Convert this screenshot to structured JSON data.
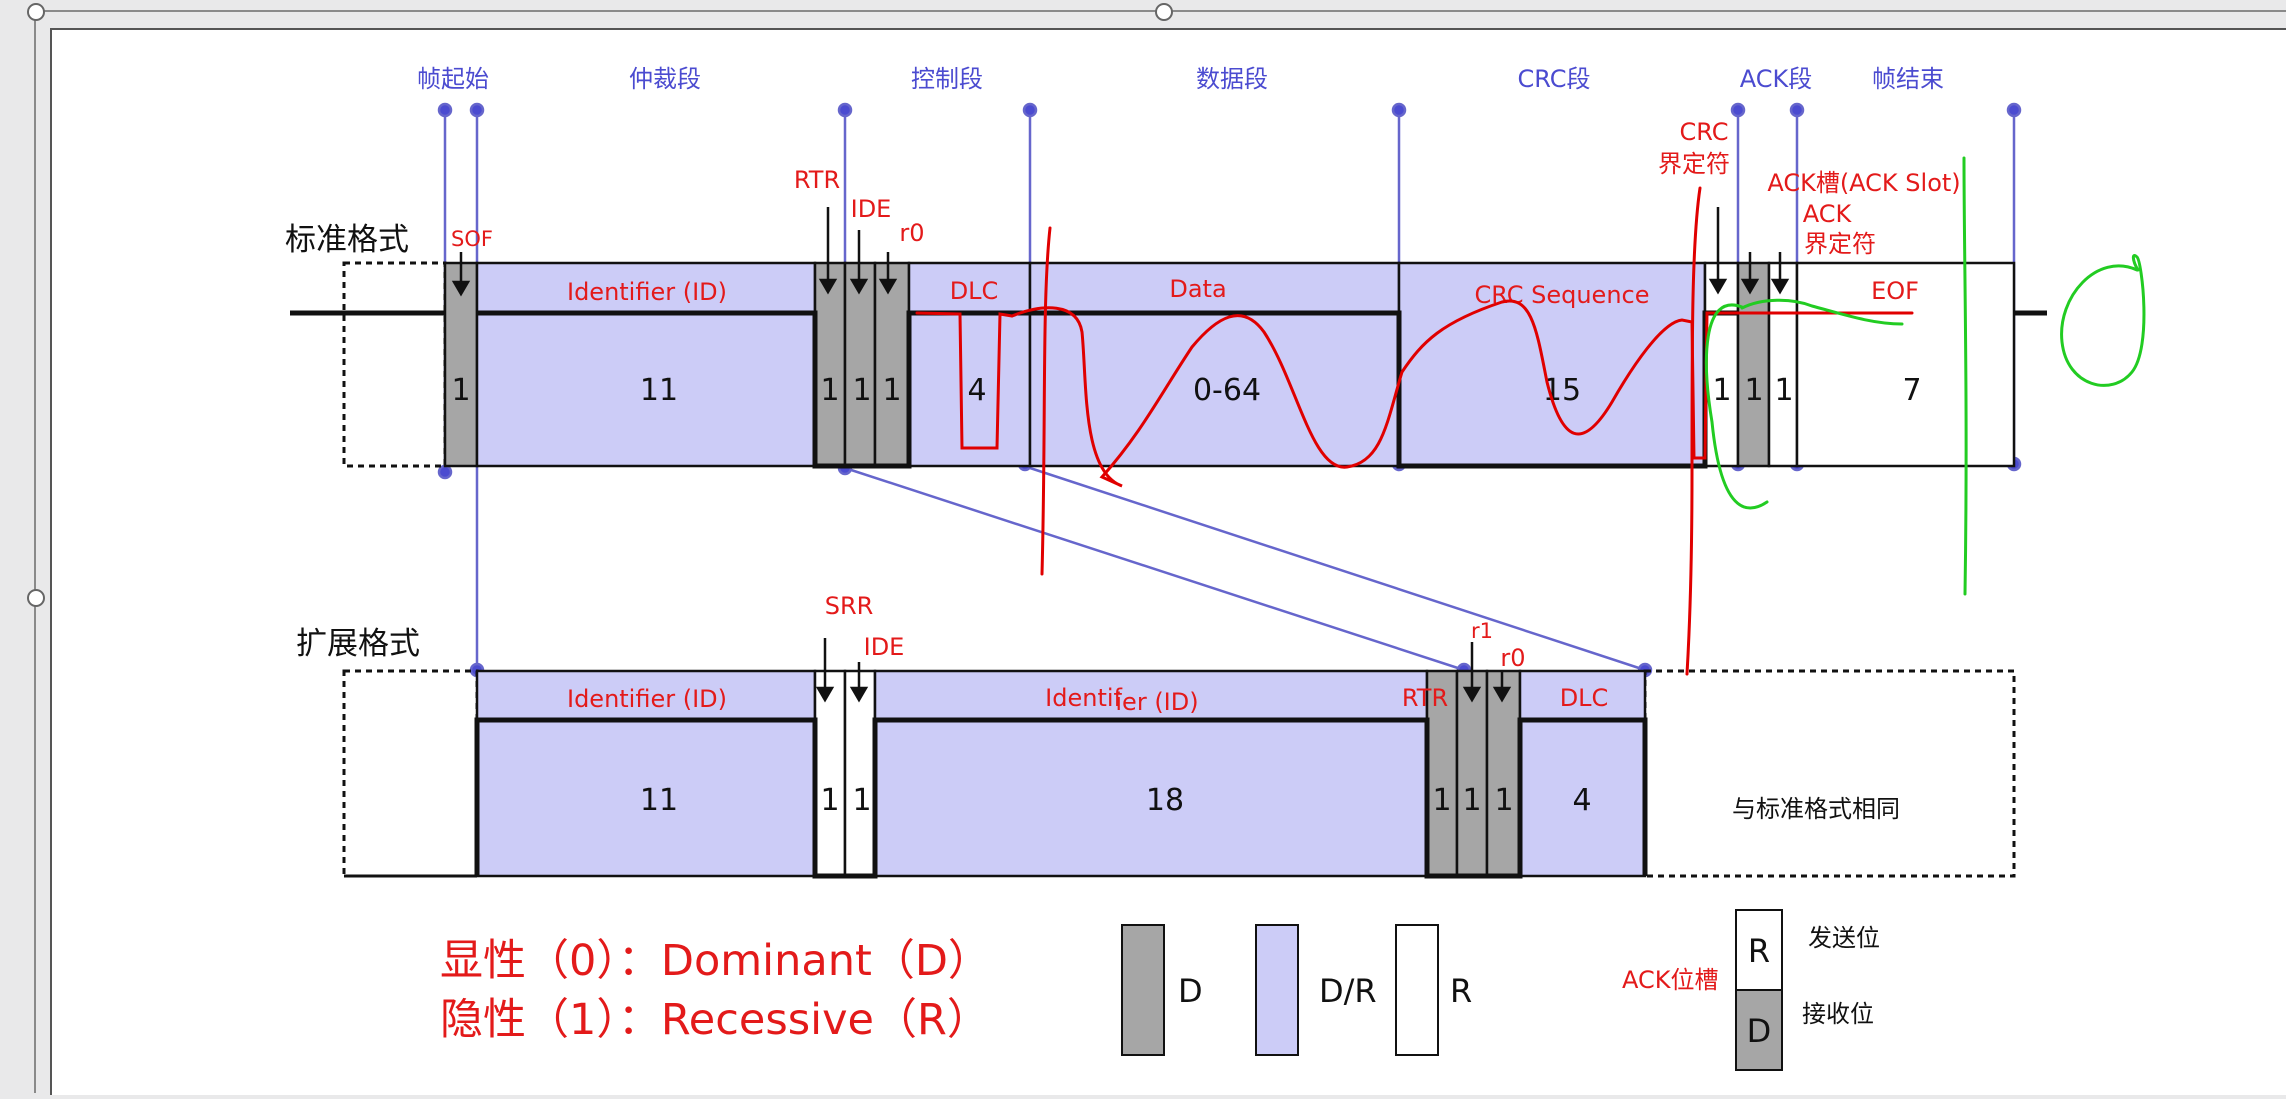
{
  "segments": {
    "sof_seg": "帧起始",
    "arb": "仲裁段",
    "ctrl": "控制段",
    "data": "数据段",
    "crc": "CRC段",
    "ack": "ACK段",
    "eof_seg": "帧结束"
  },
  "rows": {
    "standard": "标准格式",
    "extended": "扩展格式"
  },
  "std": {
    "sof": "SOF",
    "id_label": "Identifier (ID)",
    "rtr": "RTR",
    "ide": "IDE",
    "r0": "r0",
    "dlc": "DLC",
    "data": "Data",
    "crc_seq": "CRC Sequence",
    "crc_delim_1": "CRC",
    "crc_delim_2": "界定符",
    "ack_slot": "ACK槽(ACK Slot)",
    "ack_delim_1": "ACK",
    "ack_delim_2": "界定符",
    "eof": "EOF",
    "bits": {
      "sof": "1",
      "id": "11",
      "rtr": "1",
      "ide": "1",
      "r0": "1",
      "dlc": "4",
      "data": "0-64",
      "crc": "15",
      "crc_delim": "1",
      "ack_slot": "1",
      "ack_delim": "1",
      "eof": "7"
    }
  },
  "ext": {
    "id_label": "Identifier (ID)",
    "srr": "SRR",
    "ide": "IDE",
    "id2_label_a": "Identif",
    "id2_label_b": "ier (ID)",
    "rtr": "RTR",
    "r1": "r1",
    "r0": "r0",
    "dlc": "DLC",
    "same": "与标准格式相同",
    "bits": {
      "id": "11",
      "srr": "1",
      "ide": "1",
      "id2": "18",
      "rtr": "1",
      "r1": "1",
      "r0": "1",
      "dlc": "4"
    }
  },
  "legend": {
    "line1": "显性（0）：Dominant（D）",
    "line2": "隐性（1）：Recessive（R）",
    "d": "D",
    "dr": "D/R",
    "r": "R",
    "ack_pos": "ACK位槽",
    "send_r": "R",
    "send": "发送位",
    "recv_d": "D",
    "recv": "接收位"
  },
  "colors": {
    "dominant": "#a6a6a6",
    "dominant_recessive": "#ccccf7",
    "recessive": "#ffffff",
    "label_red": "#e31a1a",
    "guide_blue": "#6666cc",
    "marker_red": "#e00000",
    "marker_green": "#22cc22"
  }
}
